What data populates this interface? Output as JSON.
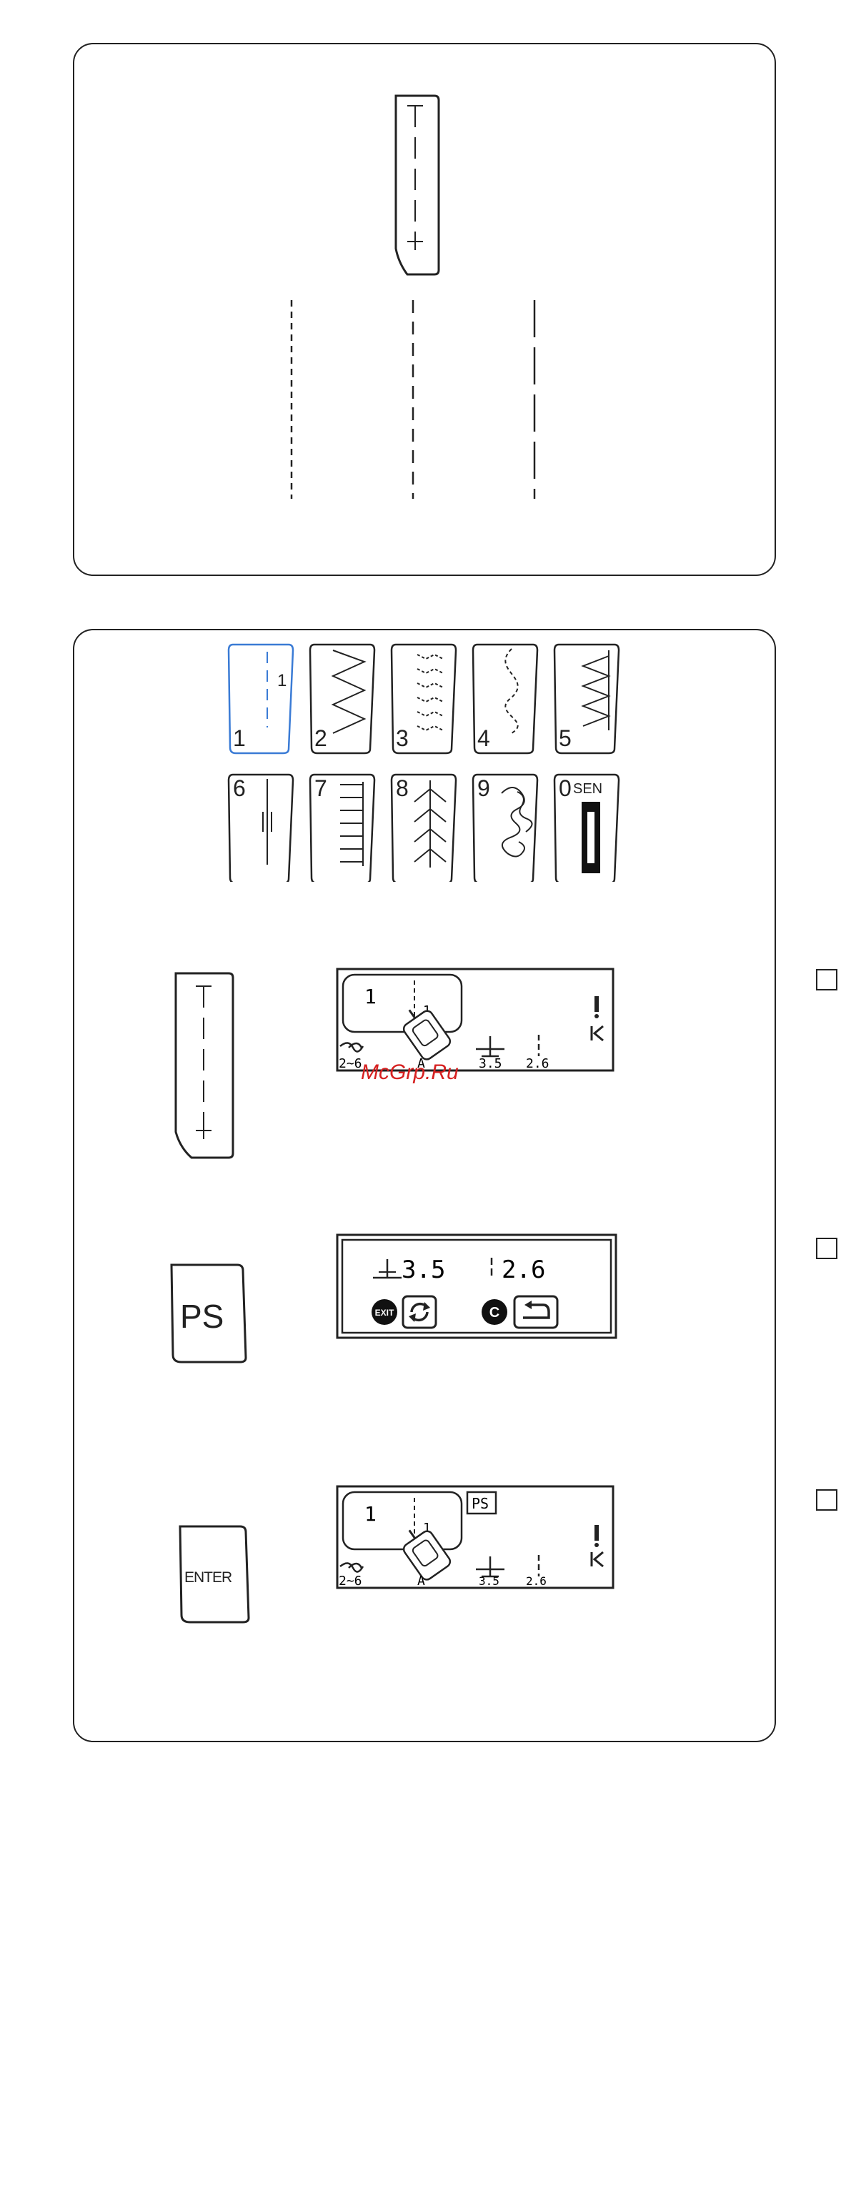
{
  "pattern_keys": [
    {
      "num": "1",
      "sub": "1",
      "glyph": "straight"
    },
    {
      "num": "2",
      "glyph": "zigzag"
    },
    {
      "num": "3",
      "glyph": "multi-zigzag"
    },
    {
      "num": "4",
      "glyph": "serpentine"
    },
    {
      "num": "5",
      "glyph": "blind-hem"
    },
    {
      "num": "6",
      "glyph": "triple-straight"
    },
    {
      "num": "7",
      "glyph": "ladder"
    },
    {
      "num": "8",
      "glyph": "feather"
    },
    {
      "num": "9",
      "glyph": "stipple"
    },
    {
      "num": "0",
      "sub": "SEN",
      "glyph": "bar"
    }
  ],
  "lcd1": {
    "pattern_num": "1",
    "pattern_sub": "1",
    "tension": "2~6",
    "foot": "A",
    "width": "3.5",
    "length": "2.6"
  },
  "lcd2": {
    "width": "3.5",
    "length": "2.6",
    "exit_badge": "EXIT",
    "c_badge": "C"
  },
  "lcd3": {
    "pattern_num": "1",
    "pattern_sub": "1",
    "ps_tag": "PS",
    "tension": "2~6",
    "foot": "A",
    "width": "3.5",
    "length": "2.6"
  },
  "keys": {
    "ps": "PS",
    "enter": "ENTER"
  },
  "watermark": "McGrp.Ru",
  "icons": {
    "straight_stitch_key": "straight-stitch-key-icon",
    "thread_tension": "thread-tension-icon",
    "presser_foot": "presser-foot-icon",
    "stitch_width": "stitch-width-icon",
    "stitch_length": "stitch-length-icon",
    "needle_position": "needle-icon",
    "reverse": "reverse-icon",
    "exit": "exit-icon",
    "rotate": "rotate-icon",
    "clear": "clear-icon",
    "return": "return-icon"
  }
}
